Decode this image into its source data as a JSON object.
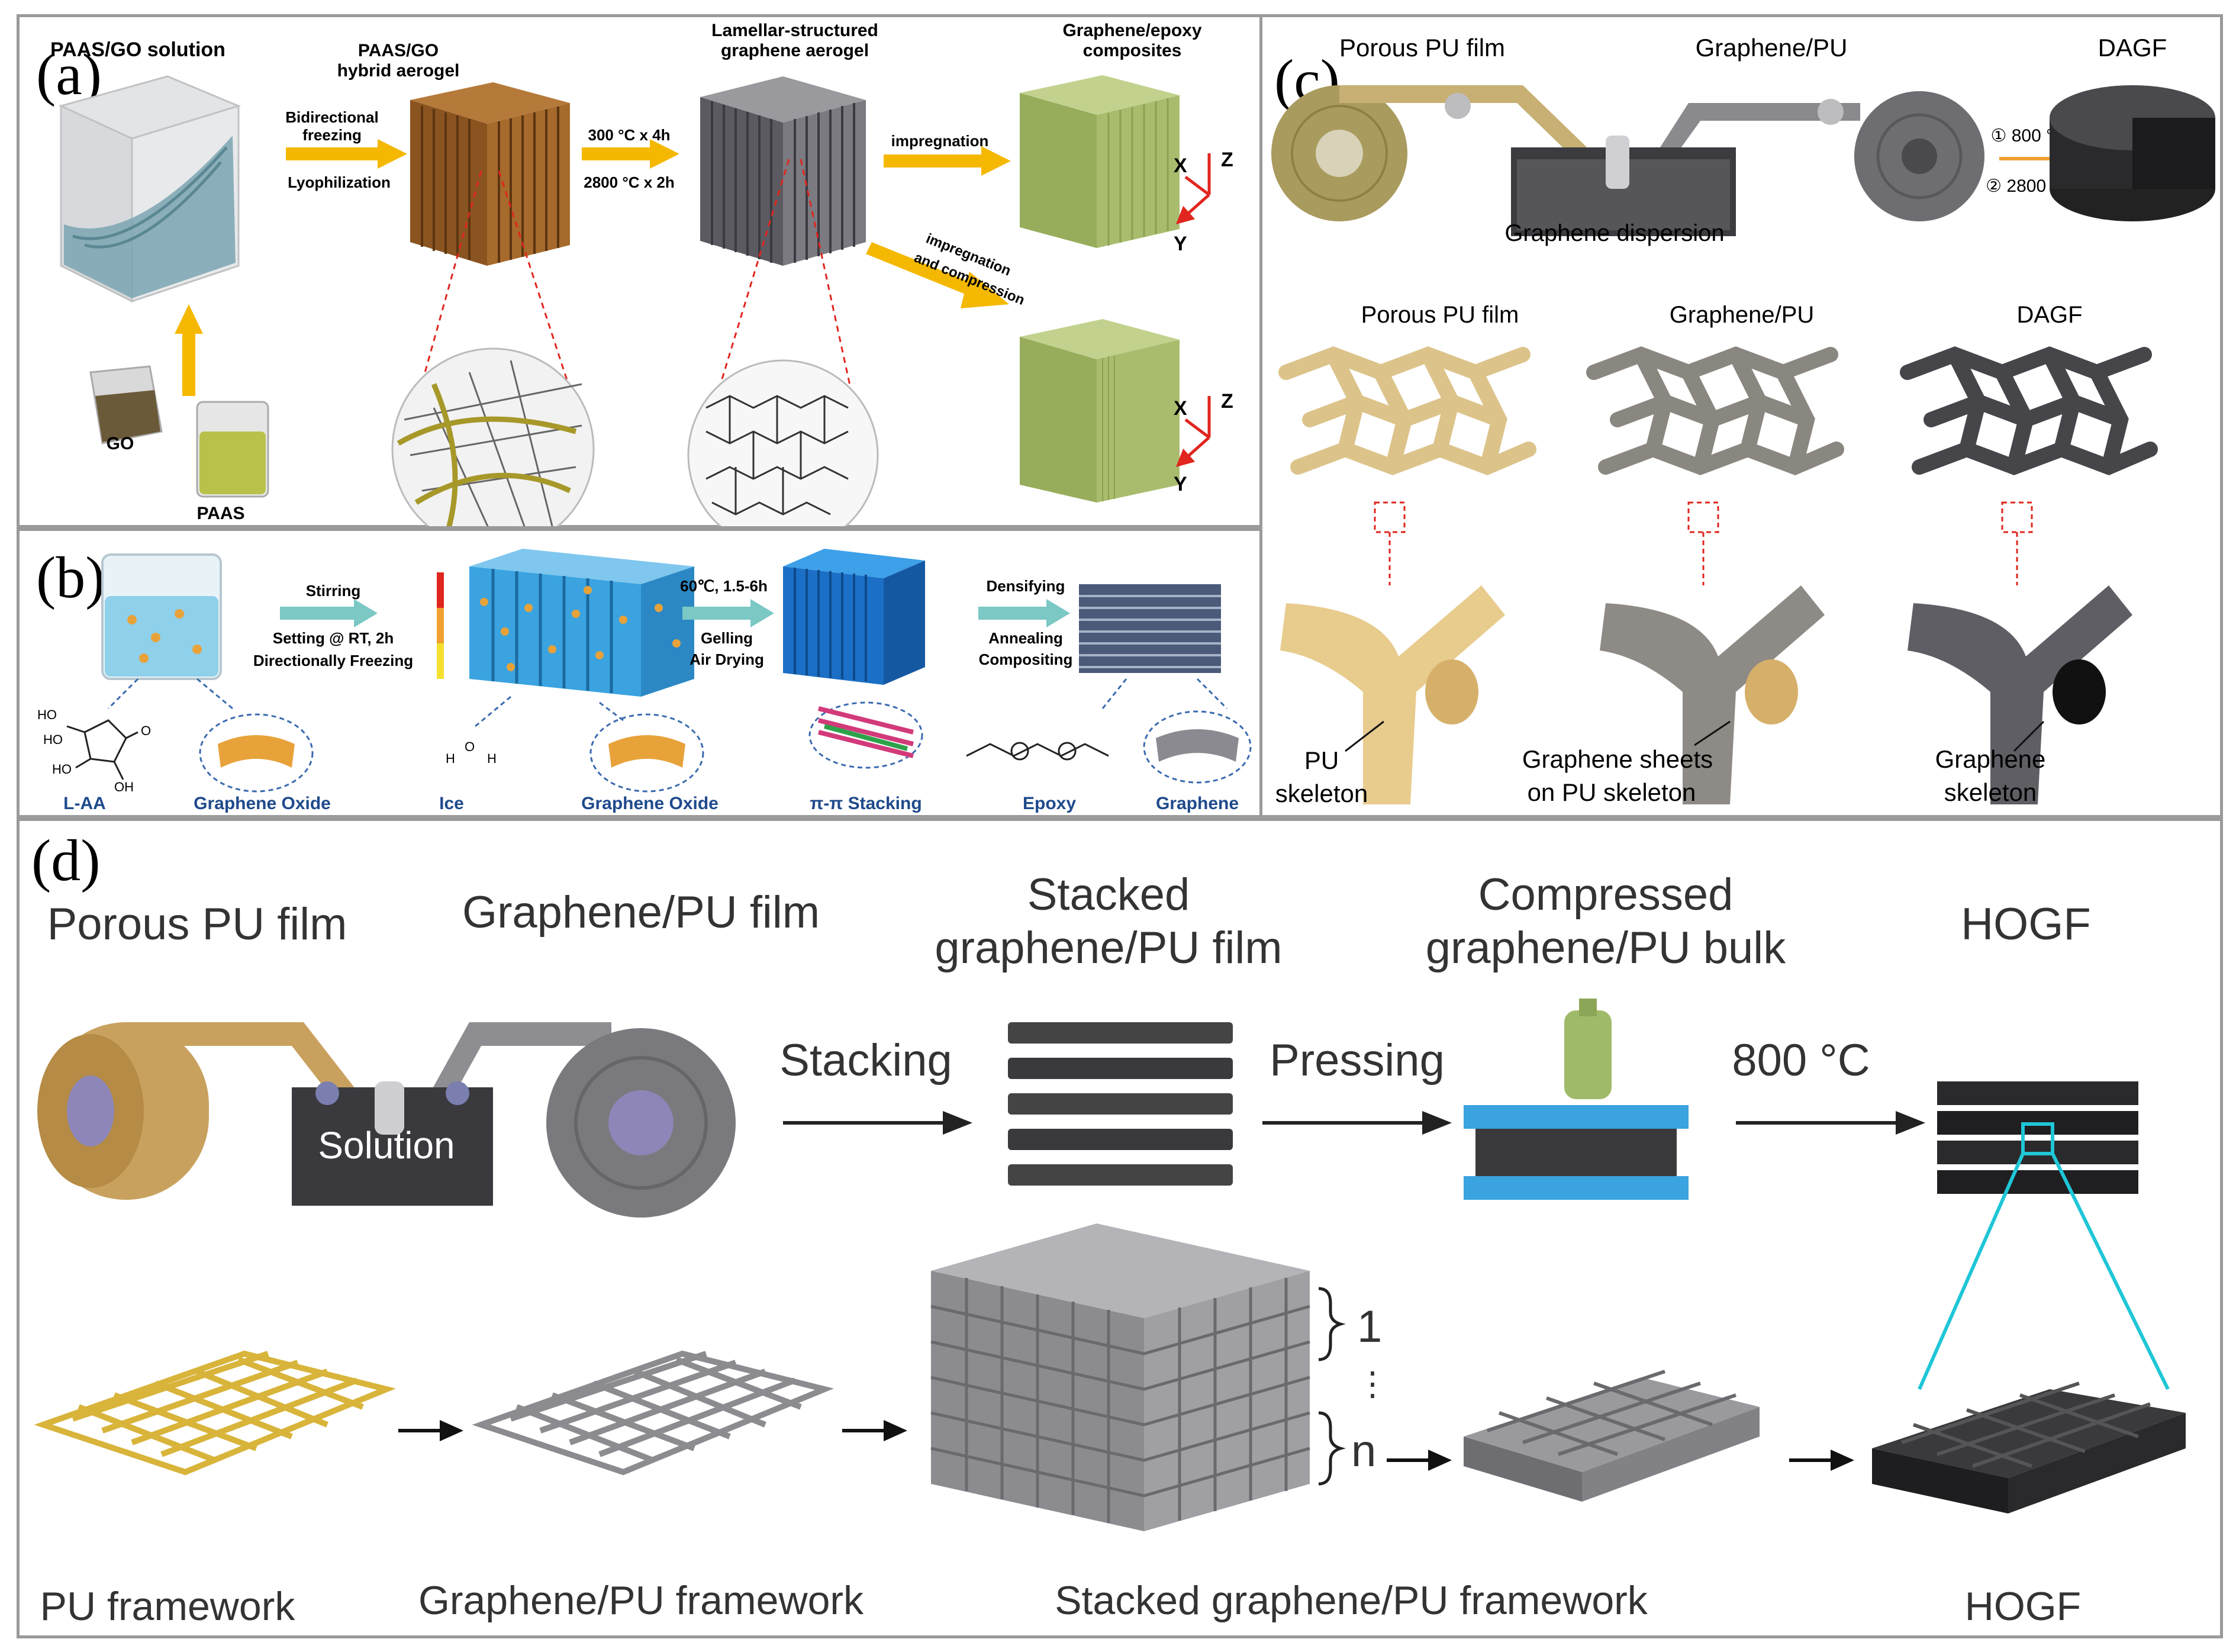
{
  "colors": {
    "arrow_orange": "#f5b800",
    "panel_border": "#9a9a9a",
    "axis_red": "#e0261e",
    "pu_gold": "#d8b878",
    "graphene_gray": "#6e6e72",
    "epoxy_green": "#a9bc6e",
    "ice_blue": "#3aa3e0",
    "cyan_line": "#1fc6d6",
    "sheet_orange": "#e8a23a"
  },
  "panel_a": {
    "label": "(a)",
    "paas_go_solution": "PAAS/GO solution",
    "hybrid_aerogel_1": "PAAS/GO",
    "hybrid_aerogel_2": "hybrid aerogel",
    "lamellar_1": "Lamellar-structured",
    "lamellar_2": "graphene aerogel",
    "composites_1": "Graphene/epoxy",
    "composites_2": "composites",
    "bidir_1": "Bidirectional",
    "bidir_2": "freezing",
    "lyophilization": "Lyophilization",
    "temp_1": "300 °C x 4h",
    "temp_2": "2800 °C x 2h",
    "impregnation": "impregnation",
    "impreg_comp_1": "impregnation",
    "impreg_comp_2": "and compression",
    "go": "GO",
    "paas": "PAAS",
    "axis_x": "X",
    "axis_y": "Y",
    "axis_z": "Z"
  },
  "panel_b": {
    "label": "(b)",
    "stirring": "Stirring",
    "setting": "Setting @ RT, 2h",
    "dir_freezing": "Directionally Freezing",
    "gelling_temp": "60℃, 1.5-6h",
    "gelling": "Gelling",
    "air_drying": "Air Drying",
    "densifying": "Densifying",
    "annealing": "Annealing",
    "compositing": "Compositing",
    "laa": "L-AA",
    "graphene_oxide_1": "Graphene Oxide",
    "ice": "Ice",
    "graphene_oxide_2": "Graphene Oxide",
    "pi_stacking": "π-π Stacking",
    "epoxy": "Epoxy",
    "graphene": "Graphene",
    "mol_ho1": "HO",
    "mol_ho2": "HO",
    "mol_ho3": "HO",
    "mol_oh": "OH",
    "mol_o": "O",
    "water_o": "O",
    "water_h1": "H",
    "water_h2": "H"
  },
  "panel_c": {
    "label": "(c)",
    "porous_pu_film_top": "Porous PU film",
    "graphene_pu_top": "Graphene/PU",
    "dagf_top": "DAGF",
    "step1": "① 800 °C   1h",
    "step2": "② 2800 °C 1h",
    "graphene_dispersion": "Graphene dispersion",
    "porous_pu_film_mid": "Porous PU film",
    "graphene_pu_mid": "Graphene/PU",
    "dagf_mid": "DAGF",
    "pu_skeleton_1": "PU",
    "pu_skeleton_2": "skeleton",
    "sheets_1": "Graphene sheets",
    "sheets_2": "on PU skeleton",
    "graphene_skeleton_1": "Graphene",
    "graphene_skeleton_2": "skeleton"
  },
  "panel_d": {
    "label": "(d)",
    "porous_pu_film": "Porous PU film",
    "graphene_pu_film": "Graphene/PU film",
    "stacked_1": "Stacked",
    "stacked_2": "graphene/PU film",
    "compressed_1": "Compressed",
    "compressed_2": "graphene/PU bulk",
    "hogf_top": "HOGF",
    "solution": "Solution",
    "stacking": "Stacking",
    "pressing": "Pressing",
    "temp": "800 °C",
    "layer_1": "1",
    "layer_dots": "⋮",
    "layer_n": "n",
    "pu_framework": "PU framework",
    "graphene_pu_framework": "Graphene/PU framework",
    "stacked_framework": "Stacked graphene/PU framework",
    "hogf_bottom": "HOGF"
  }
}
